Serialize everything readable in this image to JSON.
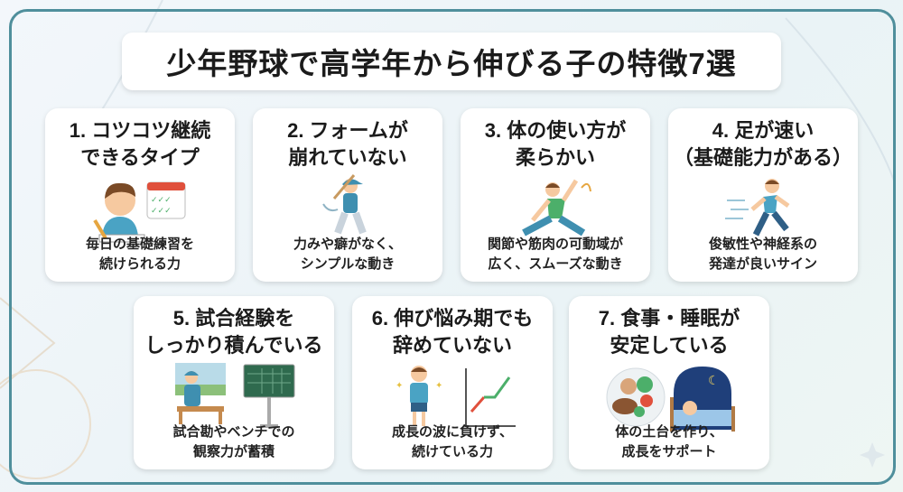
{
  "title": "少年野球で高学年から伸びる子の特徴7選",
  "cards": [
    {
      "heading": [
        "1. コツコツ継続",
        "できるタイプ"
      ],
      "caption": [
        "毎日の基礎練習を",
        "続けられる力"
      ],
      "icon": "boy-studying-calendar-icon"
    },
    {
      "heading": [
        "2. フォームが",
        "崩れていない"
      ],
      "caption": [
        "力みや癖がなく、",
        "シンプルな動き"
      ],
      "icon": "batter-swing-icon"
    },
    {
      "heading": [
        "3. 体の使い方が",
        "柔らかい"
      ],
      "caption": [
        "関節や筋肉の可動域が",
        "広く、スムーズな動き"
      ],
      "icon": "stretching-icon"
    },
    {
      "heading": [
        "4. 足が速い",
        "（基礎能力がある）"
      ],
      "caption": [
        "俊敏性や神経系の",
        "発達が良いサイン"
      ],
      "icon": "runner-icon"
    },
    {
      "heading": [
        "5. 試合経験を",
        "しっかり積んでいる"
      ],
      "caption": [
        "試合勘やベンチでの",
        "観察力が蓄積"
      ],
      "icon": "bench-scoreboard-icon"
    },
    {
      "heading": [
        "6. 伸び悩み期でも",
        "辞めていない"
      ],
      "caption": [
        "成長の波に負けず、",
        "続けている力"
      ],
      "icon": "growth-chart-icon"
    },
    {
      "heading": [
        "7. 食事・睡眠が",
        "安定している"
      ],
      "caption": [
        "体の土台を作り、",
        "成長をサポート"
      ],
      "icon": "meal-sleep-icon"
    }
  ],
  "colors": {
    "frame": "#4f8f9c",
    "skin": "#f6c9a0",
    "shirt": "#4aa3c4",
    "green": "#4caf6a",
    "red": "#e0503c"
  }
}
